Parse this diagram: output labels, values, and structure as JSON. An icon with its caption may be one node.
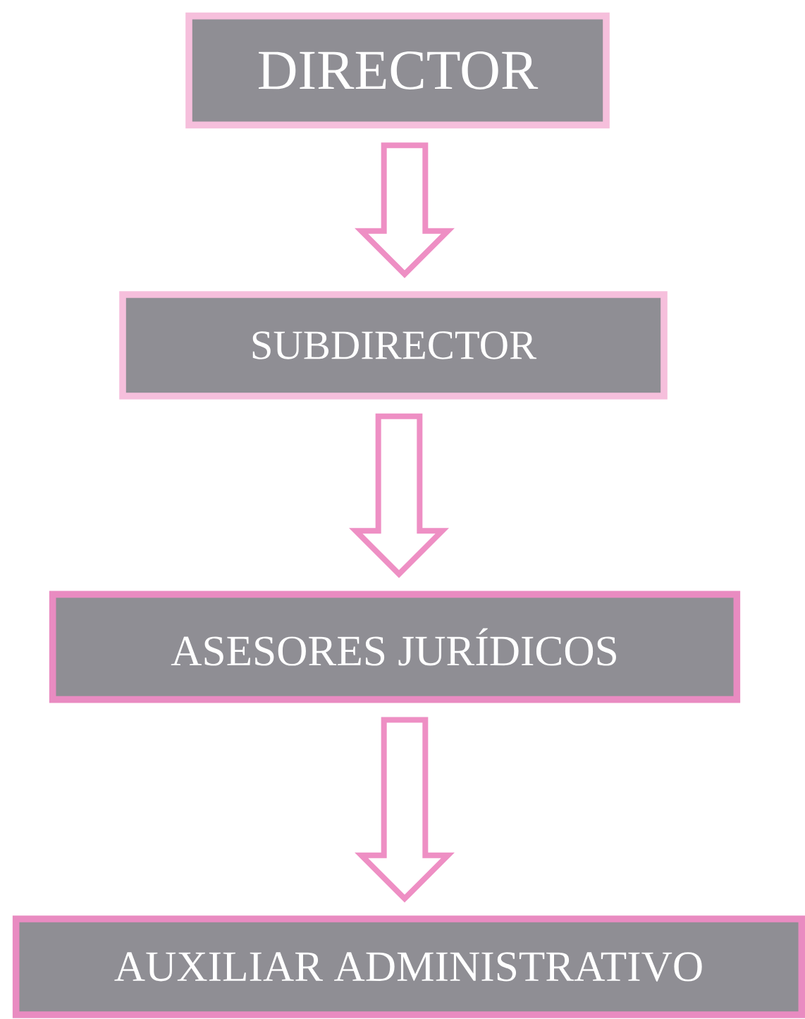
{
  "diagram": {
    "nodes": [
      {
        "text": [
          "DIRECTOR"
        ]
      },
      {
        "text": [
          "SUBDIRECTOR"
        ]
      },
      {
        "text": [
          "ASESORES JURÍDICOS"
        ]
      },
      {
        "text": [
          "AUXILIAR ADMINISTRATIVO"
        ]
      }
    ],
    "edges": [
      {
        "from": 0,
        "to": 1,
        "arrow": "to"
      },
      {
        "from": 1,
        "to": 2,
        "arrow": "to"
      },
      {
        "from": 2,
        "to": 3,
        "arrow": "to"
      }
    ]
  }
}
